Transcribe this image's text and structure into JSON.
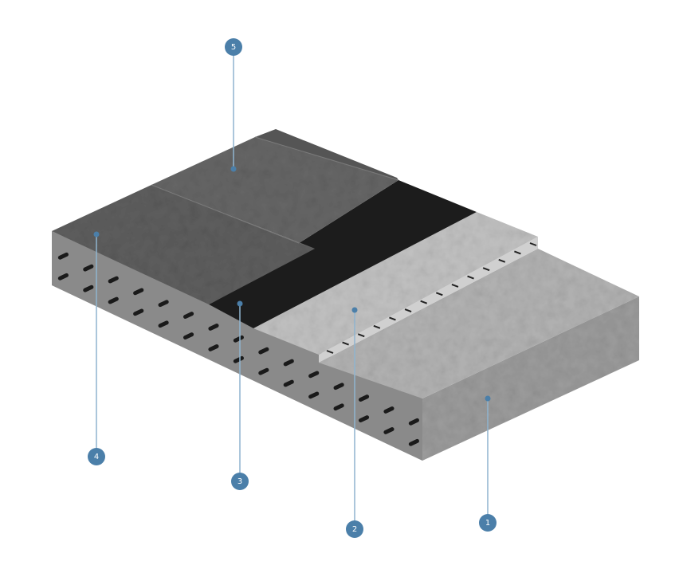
{
  "colors": {
    "badge": "#4b7fa9",
    "leader": "#8fb4cf",
    "felt": "#5b5b5b",
    "bitumen": "#1e1e1e",
    "screed": "#b9b9b9",
    "base": "#a8a8a8"
  },
  "callouts": [
    {
      "number": "1",
      "layer": "base"
    },
    {
      "number": "2",
      "layer": "screed"
    },
    {
      "number": "3",
      "layer": "bitumen"
    },
    {
      "number": "4",
      "layer": "felt-lower"
    },
    {
      "number": "5",
      "layer": "felt-upper"
    }
  ]
}
